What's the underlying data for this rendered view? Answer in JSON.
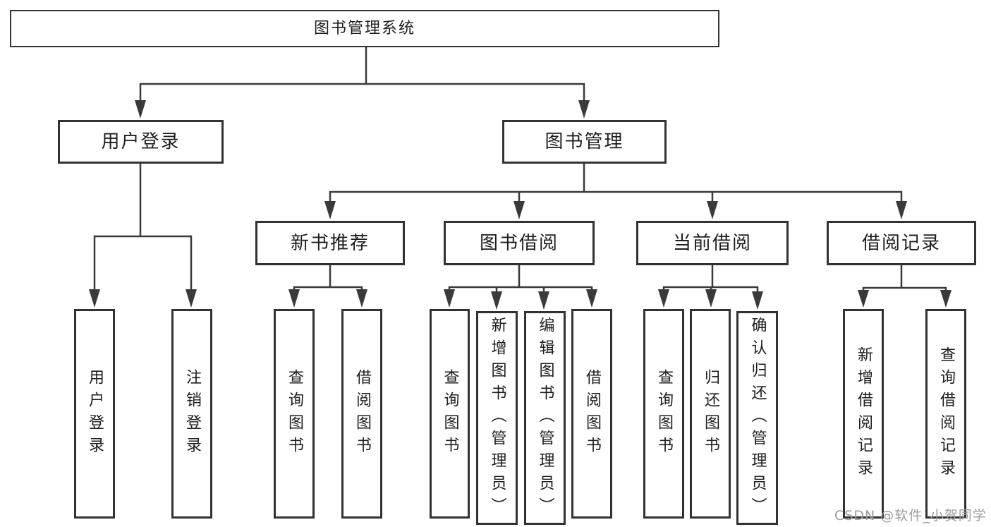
{
  "diagram": {
    "title_node": "图书管理系统",
    "level2": [
      {
        "label": "用户登录"
      },
      {
        "label": "图书管理"
      }
    ],
    "level3": [
      {
        "label": "新书推荐"
      },
      {
        "label": "图书借阅"
      },
      {
        "label": "当前借阅"
      },
      {
        "label": "借阅记录"
      }
    ],
    "leaves": {
      "user_login": [
        "用户登录",
        "注销登录"
      ],
      "new_book": [
        "查询图书",
        "借阅图书"
      ],
      "book_borrow": [
        "查询图书",
        "新增图书（管理员）",
        "编辑图书（管理员）",
        "借阅图书"
      ],
      "current_borrow": [
        "查询图书",
        "归还图书",
        "确认归还（管理员）"
      ],
      "borrow_records": [
        "新增借阅记录",
        "查询借阅记录"
      ]
    }
  },
  "colors": {
    "line": "#3a3a3a",
    "box_border": "#323232",
    "text": "#1d1d1d",
    "watermark": "#9c9c9c",
    "background": "#ffffff"
  },
  "watermark": {
    "text": "CSDN @软件_小贺同学"
  }
}
